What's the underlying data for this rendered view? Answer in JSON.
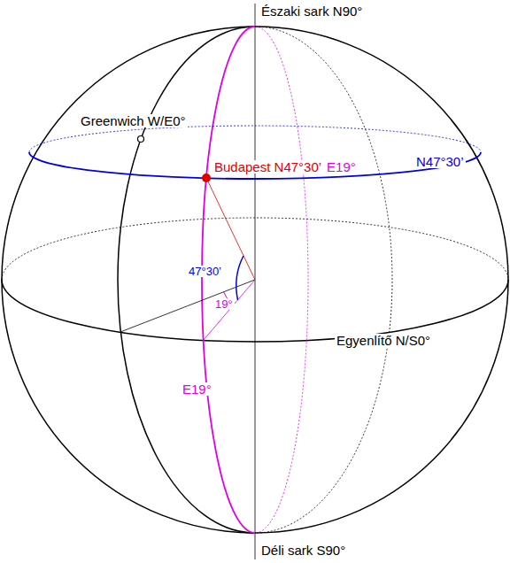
{
  "diagram": {
    "labels": [
      "Északi sark N90°",
      "Greenwich W/E0°",
      "Budapest N47°30’",
      "E19°",
      "N47°30’",
      "47°30’",
      "19°",
      "Egyenlítő N/S0°",
      "E19°",
      "Déli sark S90°"
    ]
  }
}
